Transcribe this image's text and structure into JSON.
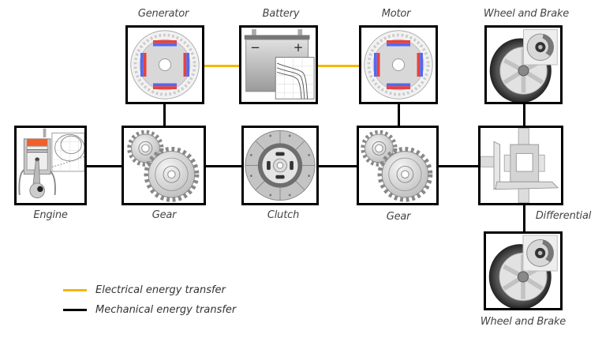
{
  "components": {
    "generator": {
      "label": "Generator",
      "icon": "electric-machine-icon"
    },
    "battery": {
      "label": "Battery",
      "icon": "battery-icon",
      "minus": "−",
      "plus": "+"
    },
    "motor": {
      "label": "Motor",
      "icon": "electric-machine-icon"
    },
    "wheel_top": {
      "label": "Wheel and Brake",
      "icon": "wheel-brake-icon"
    },
    "engine": {
      "label": "Engine",
      "icon": "engine-piston-icon"
    },
    "gear_left": {
      "label": "Gear",
      "icon": "gear-icon"
    },
    "clutch": {
      "label": "Clutch",
      "icon": "clutch-disc-icon"
    },
    "gear_right": {
      "label": "Gear",
      "icon": "gear-icon"
    },
    "differential": {
      "label": "Differential",
      "icon": "differential-icon"
    },
    "wheel_bottom": {
      "label": "Wheel and Brake",
      "icon": "wheel-brake-icon"
    }
  },
  "connections": [
    {
      "from": "generator",
      "to": "battery",
      "type": "electrical"
    },
    {
      "from": "battery",
      "to": "motor",
      "type": "electrical"
    },
    {
      "from": "generator",
      "to": "gear_left",
      "type": "mechanical"
    },
    {
      "from": "engine",
      "to": "gear_left",
      "type": "mechanical"
    },
    {
      "from": "gear_left",
      "to": "clutch",
      "type": "mechanical"
    },
    {
      "from": "clutch",
      "to": "gear_right",
      "type": "mechanical"
    },
    {
      "from": "motor",
      "to": "gear_right",
      "type": "mechanical"
    },
    {
      "from": "gear_right",
      "to": "differential",
      "type": "mechanical"
    },
    {
      "from": "differential",
      "to": "wheel_top",
      "type": "mechanical"
    },
    {
      "from": "differential",
      "to": "wheel_bottom",
      "type": "mechanical"
    }
  ],
  "legend": {
    "electrical": {
      "label": "Electrical energy transfer",
      "color": "#f5b700"
    },
    "mechanical": {
      "label": "Mechanical energy transfer",
      "color": "#000000"
    }
  },
  "colors": {
    "electrical": "#f5b700",
    "mechanical": "#000000",
    "magnet_red": "#e8423c",
    "magnet_blue": "#5468f0",
    "combustion_orange": "#f0602a"
  }
}
